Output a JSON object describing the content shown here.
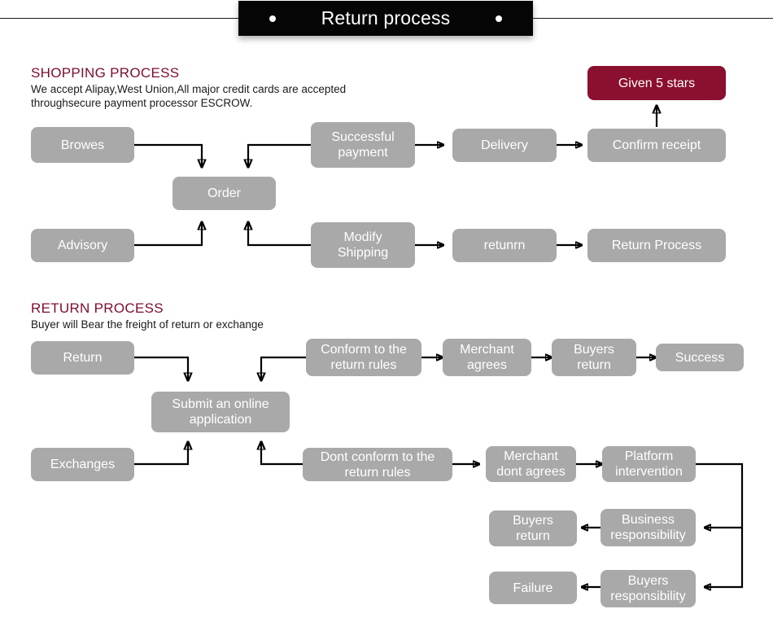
{
  "banner": {
    "title": "Return process",
    "dot_left": "bullet-dot",
    "dot_right": "bullet-dot"
  },
  "shopping_section": {
    "heading": "SHOPPING PROCESS",
    "description": "We accept Alipay,West Union,All major credit cards are accepted\nthroughsecure payment processor ESCROW.",
    "nodes": {
      "browes": "Browes",
      "advisory": "Advisory",
      "order": "Order",
      "successful_payment": "Successful\npayment",
      "modify_shipping": "Modify\nShipping",
      "delivery": "Delivery",
      "returnn": "retunrn",
      "confirm_receipt": "Confirm receipt",
      "return_process": "Return Process",
      "given_5_stars": "Given 5 stars"
    }
  },
  "return_section": {
    "heading": "RETURN PROCESS",
    "description": "Buyer will Bear the freight of return or exchange",
    "nodes": {
      "return": "Return",
      "exchanges": "Exchanges",
      "submit_application": "Submit an online\napplication",
      "conform_rules": "Conform to the\nreturn rules",
      "dont_conform_rules": "Dont conform to the\nreturn rules",
      "merchant_agrees": "Merchant\nagrees",
      "buyers_return_top": "Buyers\nreturn",
      "success": "Success",
      "merchant_dont_agrees": "Merchant\ndont agrees",
      "platform_intervention": "Platform\nintervention",
      "business_responsibility": "Business\nresponsibility",
      "buyers_return_mid": "Buyers\nreturn",
      "buyers_responsibility": "Buyers\nresponsibility",
      "failure": "Failure"
    }
  },
  "colors": {
    "banner_background": "#050505",
    "heading_accent": "#7c0e2c",
    "node_gray": "#a9a9a9",
    "node_accent": "#8b0f2e",
    "node_text": "#ffffff",
    "connector": "#000000"
  }
}
